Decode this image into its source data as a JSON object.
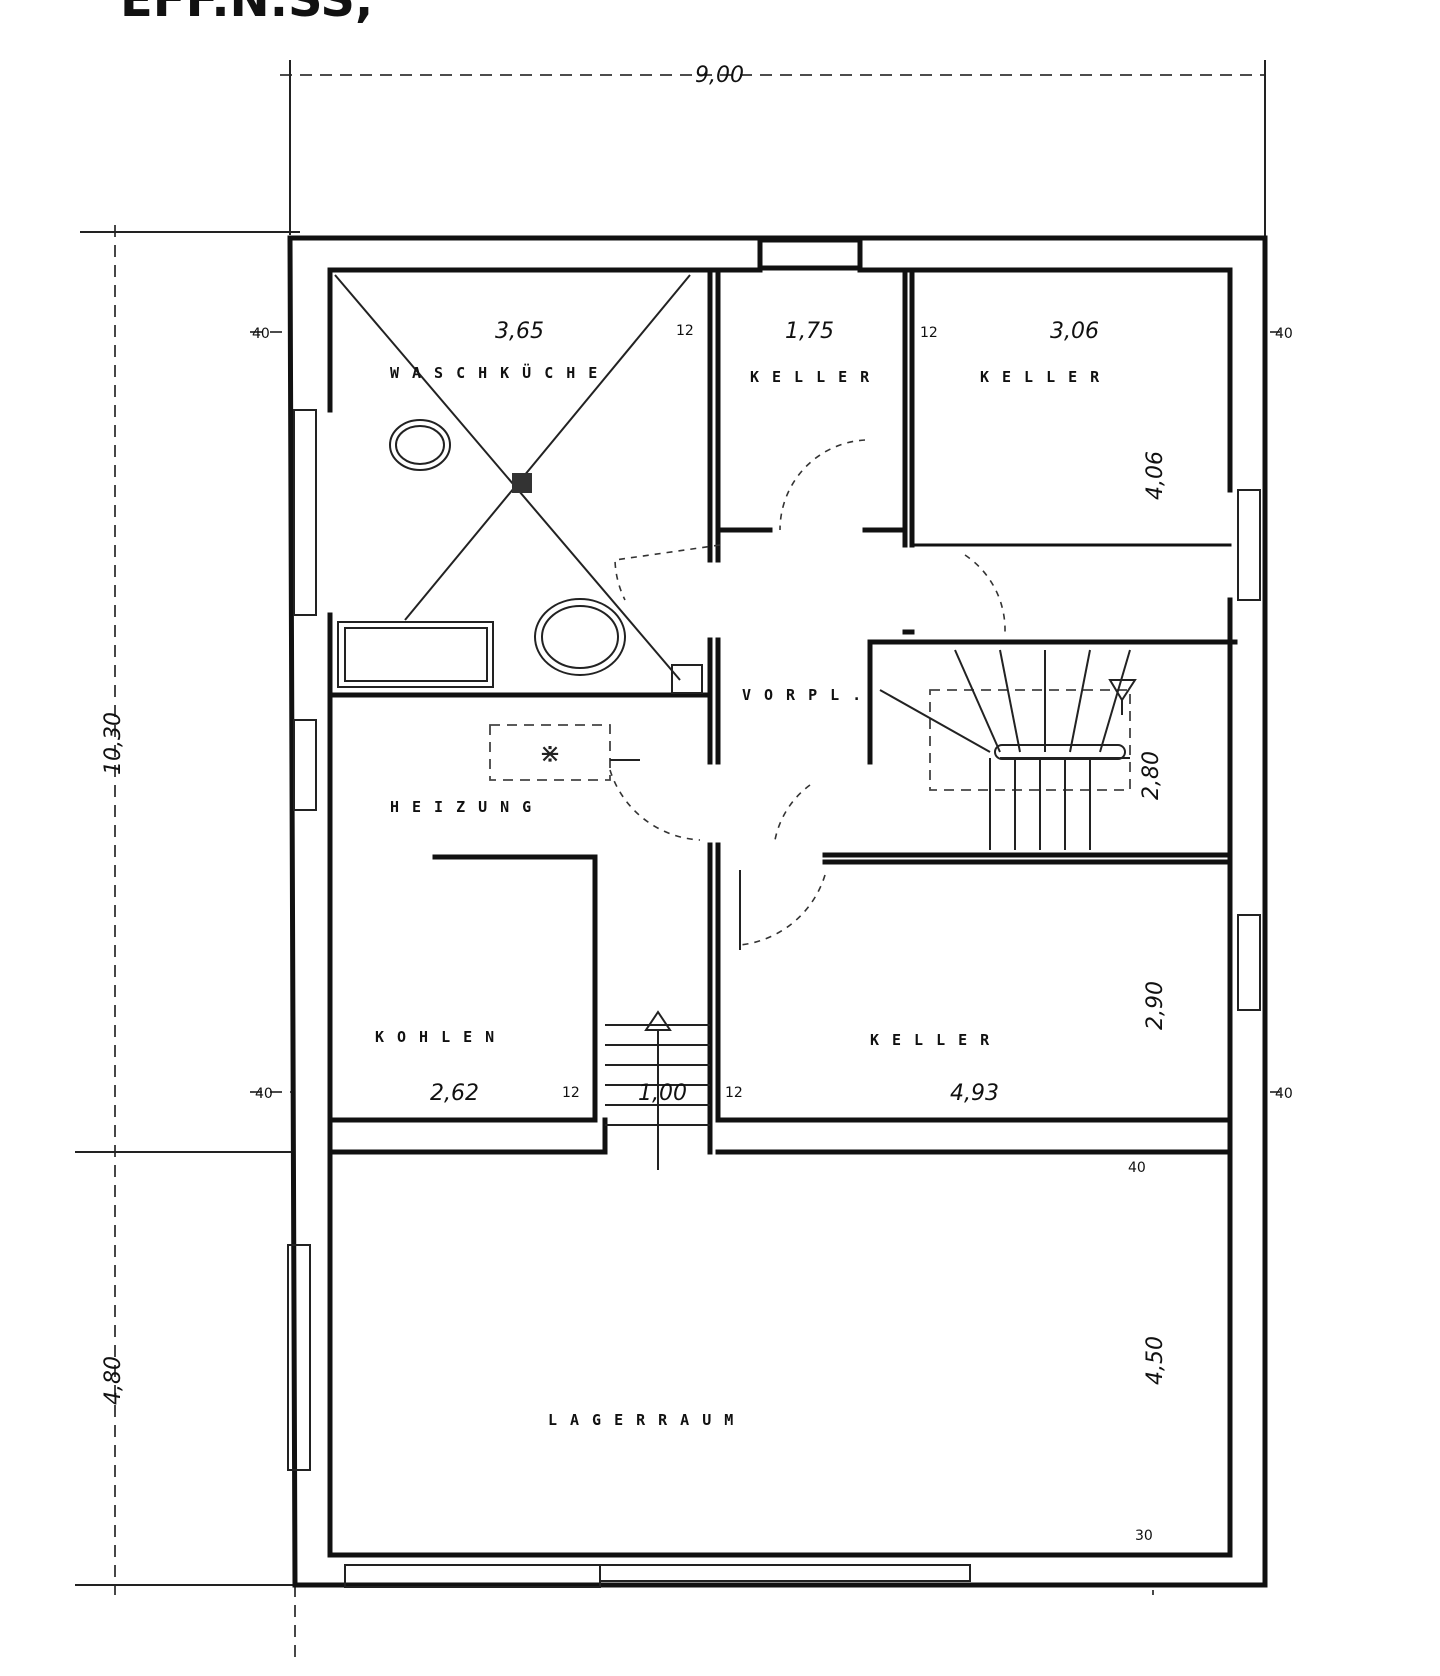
{
  "title": "EFF.N.SS,",
  "rooms": {
    "waschkueche": "WASCHKÜCHE",
    "keller_1": "KELLER",
    "keller_2": "KELLER",
    "vorpl": "VORPL.",
    "heizung": "HEIZUNG",
    "kohlen": "KOHLEN",
    "keller_3": "KELLER",
    "lagerraum": "LAGERRAUM"
  },
  "dimensions": {
    "overall_width": "9,00",
    "overall_height": "10,30",
    "lower_height": "4,80",
    "w_waschkueche": "3,65",
    "w_keller_small": "1,75",
    "w_keller_right": "3,06",
    "h_keller_right": "4,06",
    "h_stair": "2,80",
    "h_keller_lower": "2,90",
    "w_kohlen": "2,62",
    "w_passage": "1,00",
    "w_keller_lower": "4,93",
    "h_lagerraum": "4,50",
    "wall_40_a": "40",
    "wall_40_b": "40",
    "wall_40_c": "40",
    "wall_40_d": "40",
    "wall_40_e": "40",
    "wall_12_a": "12",
    "wall_12_b": "12",
    "wall_12_c": "12",
    "wall_12_d": "12",
    "wall_30": "30"
  }
}
